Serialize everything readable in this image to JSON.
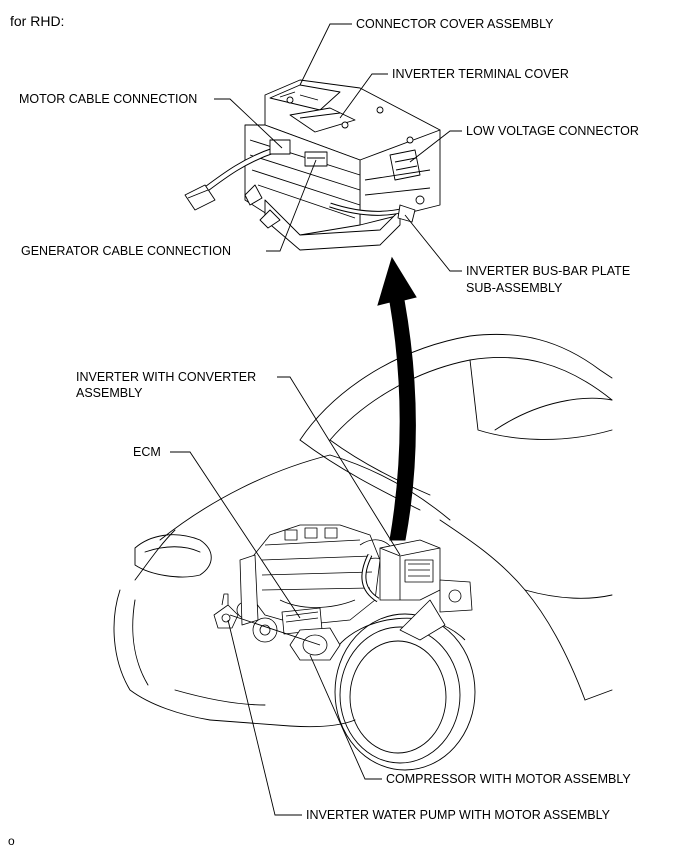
{
  "heading": "for RHD:",
  "footer_code": "o",
  "callouts": {
    "connector_cover": "CONNECTOR COVER ASSEMBLY",
    "terminal_cover": "INVERTER TERMINAL COVER",
    "motor_cable": "MOTOR CABLE CONNECTION",
    "low_voltage": "LOW VOLTAGE CONNECTOR",
    "generator_cable": "GENERATOR CABLE CONNECTION",
    "busbar_line1": "INVERTER BUS-BAR PLATE",
    "busbar_line2": "SUB-ASSEMBLY",
    "inverter_line1": "INVERTER WITH CONVERTER",
    "inverter_line2": "ASSEMBLY",
    "ecm": "ECM",
    "compressor": "COMPRESSOR WITH MOTOR ASSEMBLY",
    "water_pump": "INVERTER WATER PUMP WITH MOTOR ASSEMBLY"
  }
}
